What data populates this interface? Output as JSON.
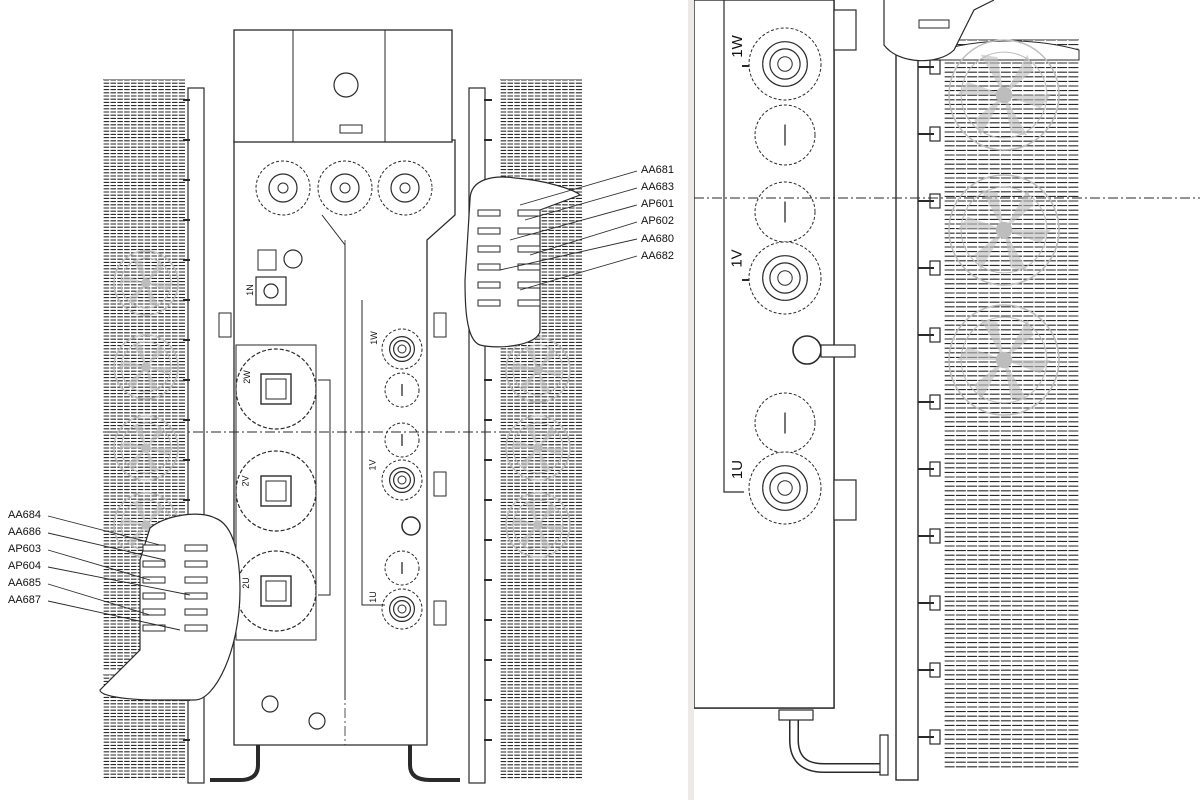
{
  "views": {
    "left": {
      "callouts_top_right": [
        "AA681",
        "AA683",
        "AP601",
        "AP602",
        "AA680",
        "AA682"
      ],
      "callouts_bottom_left": [
        "AA684",
        "AA686",
        "AP603",
        "AP604",
        "AA685",
        "AA687"
      ],
      "bushing_labels": [
        "1W",
        "1V",
        "1U"
      ],
      "cover_labels": [
        "2W",
        "2V",
        "2U"
      ],
      "neutral_label": "1N"
    },
    "right": {
      "bushing_labels": [
        "1W",
        "1V",
        "1U"
      ]
    }
  },
  "colors": {
    "line": "#2a2a2a",
    "frame": "#ece9e6",
    "paper": "#ffffff",
    "watermark": "#bdbdbd"
  }
}
